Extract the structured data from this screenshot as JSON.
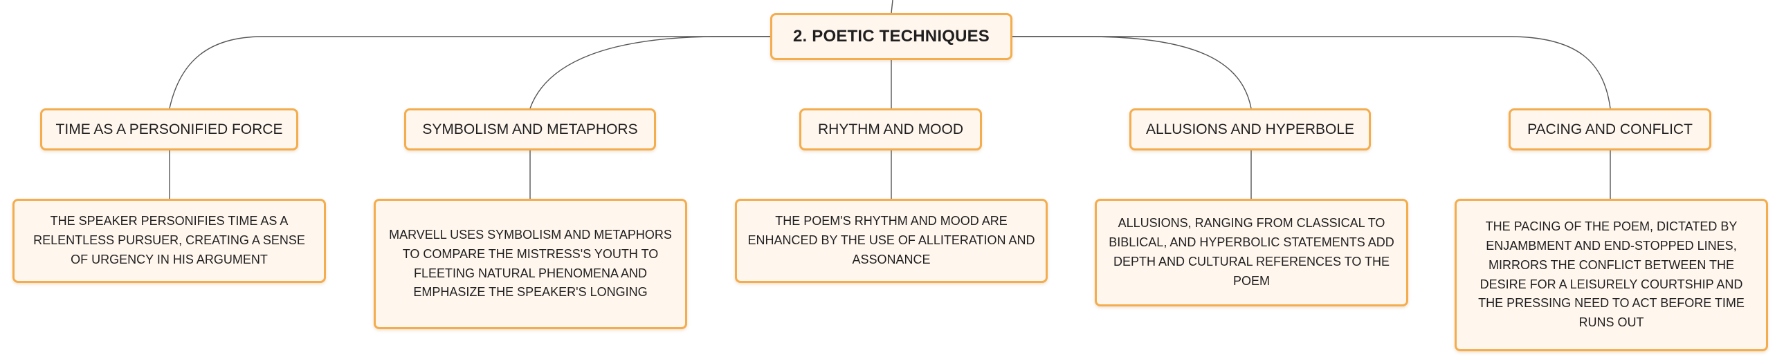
{
  "diagram": {
    "root": {
      "label": "2. POETIC TECHNIQUES"
    },
    "branches": [
      {
        "label": "TIME AS A PERSONIFIED FORCE",
        "detail": "THE SPEAKER PERSONIFIES TIME AS A RELENTLESS PURSUER, CREATING A SENSE OF URGENCY IN HIS ARGUMENT"
      },
      {
        "label": "SYMBOLISM AND METAPHORS",
        "detail": "MARVELL USES SYMBOLISM AND METAPHORS TO COMPARE THE MISTRESS'S YOUTH TO FLEETING NATURAL PHENOMENA AND EMPHASIZE THE SPEAKER'S LONGING"
      },
      {
        "label": "RHYTHM AND MOOD",
        "detail": "THE POEM'S RHYTHM AND MOOD ARE ENHANCED BY THE USE OF ALLITERATION AND ASSONANCE"
      },
      {
        "label": "ALLUSIONS AND HYPERBOLE",
        "detail": "ALLUSIONS, RANGING FROM CLASSICAL TO BIBLICAL, AND HYPERBOLIC STATEMENTS ADD DEPTH AND CULTURAL REFERENCES TO THE POEM"
      },
      {
        "label": "PACING AND CONFLICT",
        "detail": "THE PACING OF THE POEM, DICTATED BY ENJAMBMENT AND END-STOPPED LINES, MIRRORS THE CONFLICT BETWEEN THE DESIRE FOR A LEISURELY COURTSHIP AND THE PRESSING NEED TO ACT BEFORE TIME RUNS OUT"
      }
    ]
  },
  "colors": {
    "node_border": "#f3ad4e",
    "node_fill": "#fff6ee",
    "connector": "#555555",
    "text": "#1f1f1f"
  }
}
